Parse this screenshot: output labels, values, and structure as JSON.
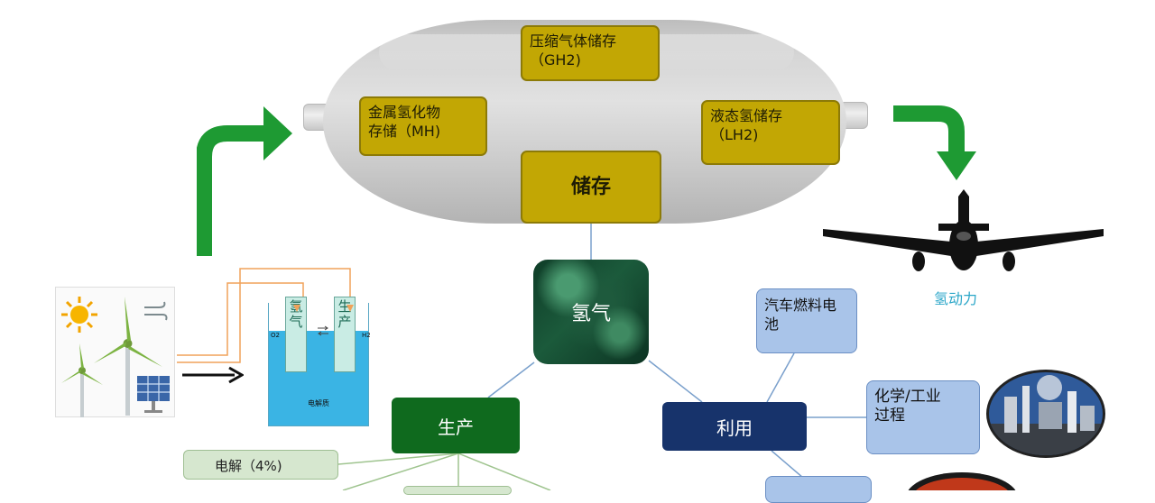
{
  "storage": {
    "center": "储存",
    "compressed": "压缩气体储存\n（GH2)",
    "metal_hydride": "金属氢化物\n存储（MH)",
    "liquid": "液态氢储存\n（LH2)"
  },
  "hub": {
    "label": "氢气"
  },
  "production": {
    "label": "生产",
    "items": [
      "电解（4%)"
    ]
  },
  "utilization": {
    "label": "利用",
    "items": [
      "汽车燃料电\n池",
      "化学/工业\n过程"
    ]
  },
  "power": {
    "label": "氢动力"
  },
  "electrolyzer": {
    "electrode_left": "氢\n气",
    "electrode_right": "生\n产",
    "o2": "O2",
    "h2": "H2",
    "electrolyte": "电解质"
  },
  "colors": {
    "storage_box": "#c2a704",
    "hub": "#1b5a3b",
    "production": "#0f6a1e",
    "utilization": "#17336b",
    "arrow": "#1e9a33",
    "power_label": "#2aa6c8"
  }
}
